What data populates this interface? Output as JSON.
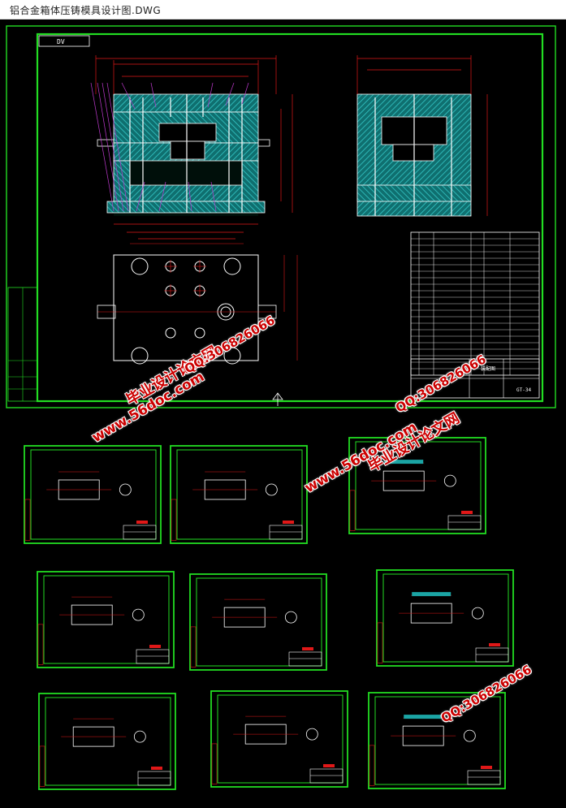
{
  "window": {
    "title": "铝合金箱体压铸模具设计图.DWG"
  },
  "drawing": {
    "title_block_code": "GT-34",
    "top_left_label": "DV",
    "title_block_name": "装配图"
  },
  "watermarks": {
    "site": "www.56doc.com",
    "name": "毕业设计论文网",
    "qq": "QQ:306826066"
  },
  "colors": {
    "background": "#000000",
    "frame": "#22dd22",
    "dimension": "#e01818",
    "hatch": "#1ba5a5",
    "part": "#ffffff"
  }
}
